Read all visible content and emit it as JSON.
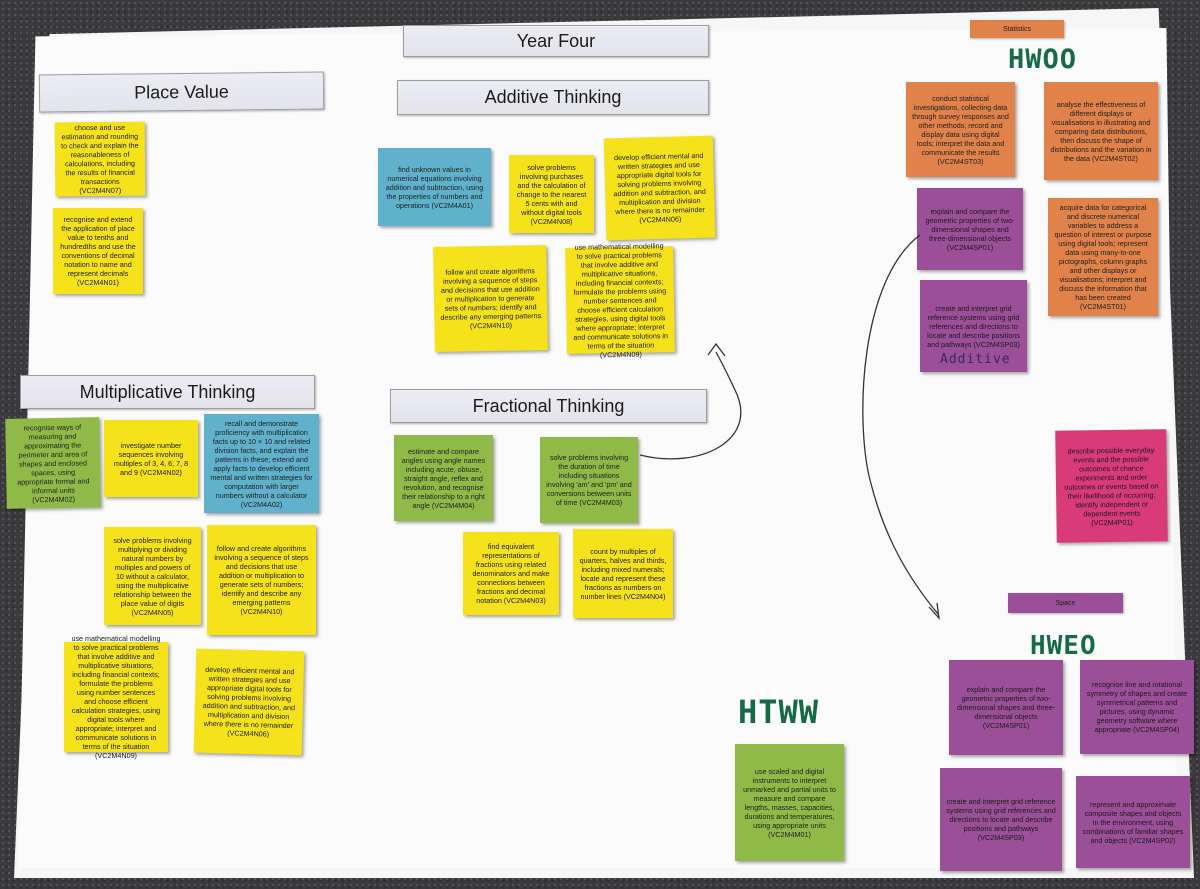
{
  "title": "Year Four",
  "headings": {
    "place_value": "Place Value",
    "additive": "Additive Thinking",
    "multiplicative": "Multiplicative Thinking",
    "fractional": "Fractional Thinking"
  },
  "tags": {
    "statistics": "Statistics",
    "space": "Space"
  },
  "handwriting": {
    "hwoo": "HWOO",
    "hweo": "HWEO",
    "htww": "HTWW",
    "purple_note": "Additive"
  },
  "notes": {
    "pv1": "choose and use estimation and rounding to check and explain the reasonableness of calculations, including the results of financial transactions (VC2M4N07)",
    "pv2": "recognise and extend the application of place value to tenths and hundredths and use the conventions of decimal notation to name and represent decimals (VC2M4N01)",
    "at1": "find unknown values in numerical equations involving addition and subtraction, using the properties of numbers and operations (VC2M4A01)",
    "at2": "solve problems involving purchases and the calculation of change to the nearest 5 cents with and without digital tools (VC2M4N08)",
    "at3": "develop efficient mental and written strategies and use appropriate digital tools for solving problems involving addition and subtraction, and multiplication and division where there is no remainder (VC2M4N06)",
    "at4": "follow and create algorithms involving a sequence of steps and decisions that use addition or multiplication to generate sets of numbers; identify and describe any emerging patterns (VC2M4N10)",
    "at5": "use mathematical modelling to solve practical problems that involve additive and multiplicative situations, including financial contexts; formulate the problems using number sentences and choose efficient calculation strategies, using digital tools where appropriate; interpret and communicate solutions in terms of the situation (VC2M4N09)",
    "mt1": "recognise ways of measuring and approximating the perimeter and area of shapes and enclosed spaces, using appropriate formal and informal units (VC2M4M02)",
    "mt2": "investigate number sequences involving multiples of 3, 4, 6, 7, 8 and 9 (VC2M4N02)",
    "mt3": "recall and demonstrate proficiency with multiplication facts up to 10 × 10 and related division facts, and explain the patterns in these; extend and apply facts to develop efficient mental and written strategies for computation with larger numbers without a calculator (VC2M4A02)",
    "mt4": "solve problems involving multiplying or dividing natural numbers by multiples and powers of 10 without a calculator, using the multiplicative relationship between the place value of digits (VC2M4N05)",
    "mt5": "follow and create algorithms involving a sequence of steps and decisions that use addition or multiplication to generate sets of numbers; identify and describe any emerging patterns (VC2M4N10)",
    "mt6": "use mathematical modelling to solve practical problems that involve additive and multiplicative situations, including financial contexts; formulate the problems using number sentences and choose efficient calculation strategies, using digital tools where appropriate; interpret and communicate solutions in terms of the situation (VC2M4N09)",
    "mt7": "develop efficient mental and written strategies and use appropriate digital tools for solving problems involving addition and subtraction, and multiplication and division where there is no remainder (VC2M4N06)",
    "ft1": "estimate and compare angles using angle names including acute, obtuse, straight angle, reflex and revolution, and recognise their relationship to a right angle (VC2M4M04)",
    "ft2": "solve problems involving the duration of time including situations involving 'am' and 'pm' and conversions between units of time (VC2M4M03)",
    "ft3": "find equivalent representations of fractions using related denominators and make connections between fractions and decimal notation (VC2M4N03)",
    "ft4": "count by multiples of quarters, halves and thirds, including mixed numerals; locate and represent these fractions as numbers on number lines (VC2M4N04)",
    "st1": "conduct statistical investigations, collecting data through survey responses and other methods; record and display data using digital tools; interpret the data and communicate the results (VC2M4ST03)",
    "st2": "analyse the effectiveness of different displays or visualisations in illustrating and comparing data distributions, then discuss the shape of distributions and the variation in the data (VC2M4ST02)",
    "st3": "explain and compare the geometric properties of two-dimensional shapes and three-dimensional objects (VC2M4SP01)",
    "st4": "acquire data for categorical and discrete numerical variables to address a question of interest or purpose using digital tools; represent data using many-to-one pictographs, column graphs and other displays or visualisations; interpret and discuss the information that has been created (VC2M4ST01)",
    "st5": "create and interpret grid reference systems using grid references and directions to locate and describe positions and pathways (VC2M4SP03)",
    "pr1": "describe possible everyday events and the possible outcomes of chance experiments and order outcomes or events based on their likelihood of occurring; identify independent or dependent events (VC2M4P01)",
    "sp1": "explain and compare the geometric properties of two-dimensional shapes and three-dimensional objects (VC2M4SP01)",
    "sp2": "recognise line and rotational symmetry of shapes and create symmetrical patterns and pictures, using dynamic geometry software where appropriate (VC2M4SP04)",
    "sp3": "create and interpret grid reference systems using grid references and directions to locate and describe positions and pathways (VC2M4SP03)",
    "sp4": "represent and approximate composite shapes and objects in the environment, using combinations of familiar shapes and objects (VC2M4SP02)",
    "ms1": "use scaled and digital instruments to interpret unmarked and partial units to measure and compare lengths, masses, capacities, durations and temperatures, using appropriate units (VC2M4M01)"
  },
  "colors": {
    "yellow": "#f5e21a",
    "blue": "#5fb1cc",
    "green": "#8fba47",
    "orange": "#e0824a",
    "purple": "#9a4f98",
    "magenta": "#d93a78",
    "handwriting": "#176a46"
  }
}
